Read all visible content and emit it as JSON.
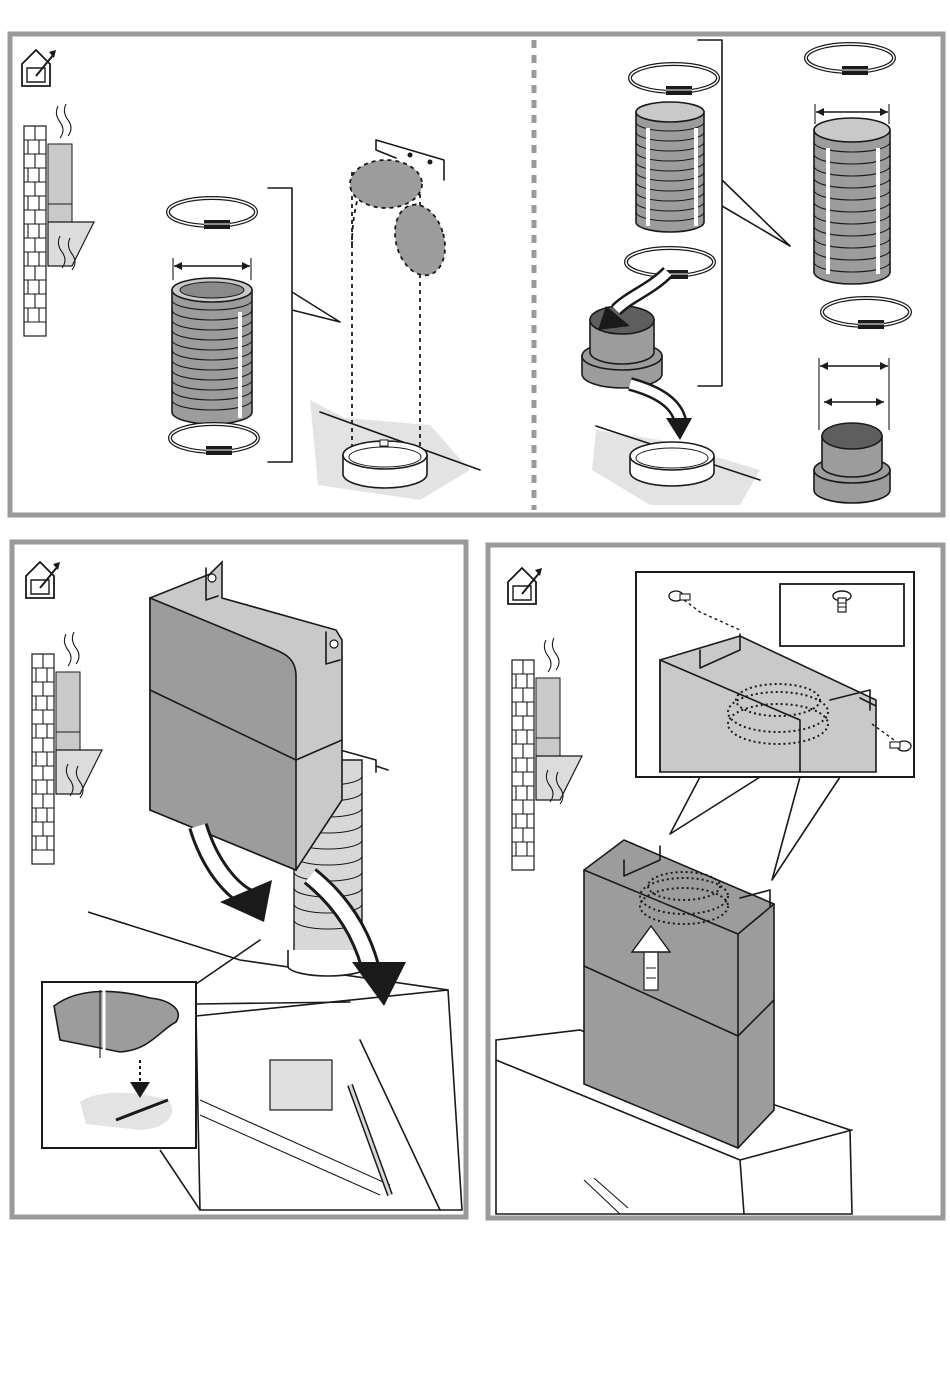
{
  "figure": {
    "panels": [
      {
        "id": "duct-connection",
        "icon": "outdoor-exhaust-icon"
      },
      {
        "id": "lower-chimney-fitting",
        "icon": "outdoor-exhaust-icon"
      },
      {
        "id": "upper-chimney-fixing",
        "icon": "outdoor-exhaust-icon"
      }
    ],
    "colors": {
      "frame": "#9a9a9a",
      "part_fill": "#9c9c9c",
      "floor_shadow": "#e3e3e3",
      "line": "#1a1a1a"
    }
  }
}
